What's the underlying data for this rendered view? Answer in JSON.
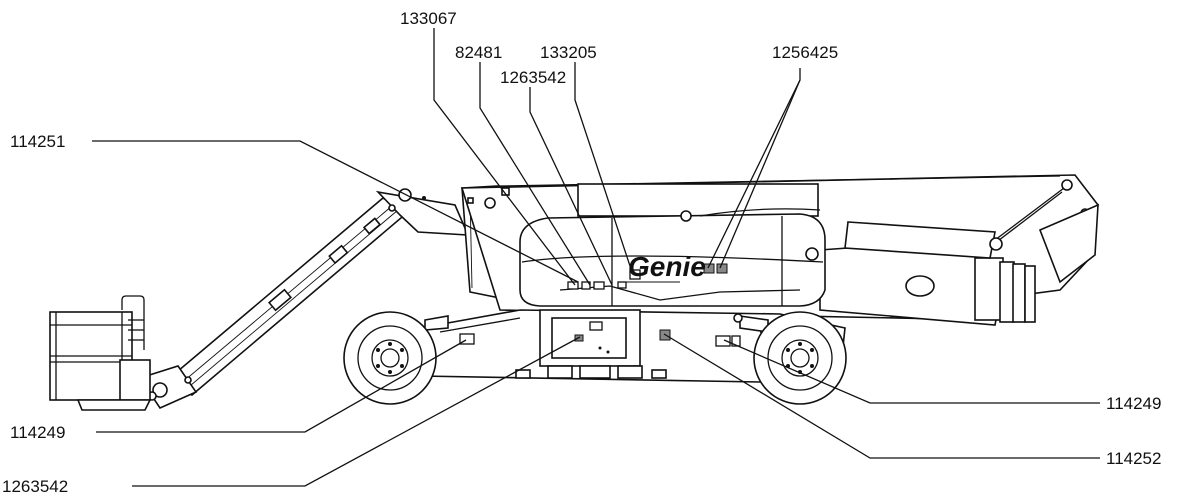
{
  "brand": {
    "logo_text": "Genie"
  },
  "callouts": [
    {
      "id": "c133067",
      "number": "133067"
    },
    {
      "id": "c82481",
      "number": "82481"
    },
    {
      "id": "c1263542top",
      "number": "1263542"
    },
    {
      "id": "c133205",
      "number": "133205"
    },
    {
      "id": "c1256425",
      "number": "1256425"
    },
    {
      "id": "c114251",
      "number": "114251"
    },
    {
      "id": "c114249left",
      "number": "114249"
    },
    {
      "id": "c1263542bottom",
      "number": "1263542"
    },
    {
      "id": "c114249right",
      "number": "114249"
    },
    {
      "id": "c114252",
      "number": "114252"
    }
  ]
}
